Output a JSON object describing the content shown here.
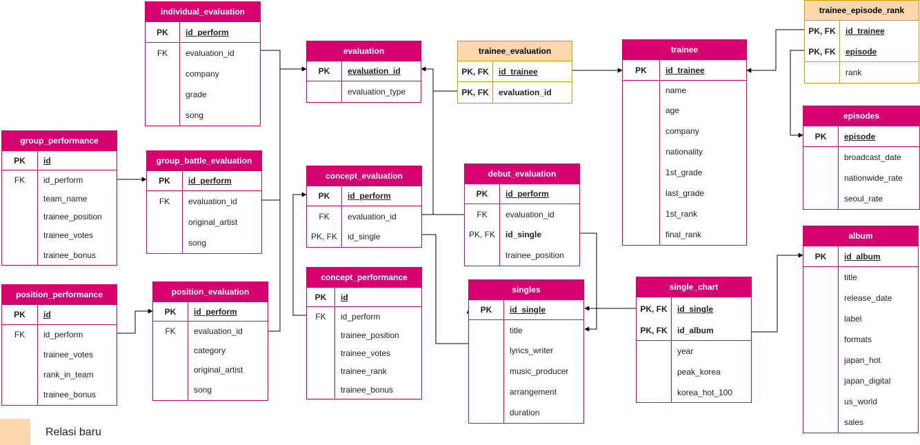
{
  "colors": {
    "entity": "#d6006e",
    "new_relation": "#fad7ac",
    "new_relation_border": "#d79b00",
    "line": "#000000"
  },
  "legend": {
    "label": "Relasi baru"
  },
  "tables": [
    {
      "id": "individual_evaluation",
      "title": "individual_evaluation",
      "new": false,
      "rows": [
        {
          "key": "PK",
          "name": "id_perform",
          "pk": true
        },
        {
          "key": "FK",
          "name": "evaluation_id"
        },
        {
          "key": "",
          "name": "company"
        },
        {
          "key": "",
          "name": "grade"
        },
        {
          "key": "",
          "name": "song"
        }
      ]
    },
    {
      "id": "evaluation",
      "title": "evaluation",
      "new": false,
      "rows": [
        {
          "key": "PK",
          "name": "evaluation_id",
          "pk": true
        },
        {
          "key": "",
          "name": "evaluation_type"
        }
      ]
    },
    {
      "id": "trainee_evaluation",
      "title": "trainee_evaluation",
      "new": true,
      "rows": [
        {
          "key": "PK, FK",
          "name": "id_trainee",
          "pk": true
        },
        {
          "key": "PK, FK",
          "name": "evaluation_id",
          "bold": true
        }
      ]
    },
    {
      "id": "trainee",
      "title": "trainee",
      "new": false,
      "rows": [
        {
          "key": "PK",
          "name": "id_trainee",
          "pk": true
        },
        {
          "key": "",
          "name": "name"
        },
        {
          "key": "",
          "name": "age"
        },
        {
          "key": "",
          "name": "company"
        },
        {
          "key": "",
          "name": "nationality"
        },
        {
          "key": "",
          "name": "1st_grade"
        },
        {
          "key": "",
          "name": "last_grade"
        },
        {
          "key": "",
          "name": "1st_rank"
        },
        {
          "key": "",
          "name": "final_rank"
        }
      ]
    },
    {
      "id": "trainee_episode_rank",
      "title": "trainee_episode_rank",
      "new": true,
      "rows": [
        {
          "key": "PK, FK",
          "name": "id_trainee",
          "pk": true
        },
        {
          "key": "PK, FK",
          "name": "episode",
          "pk": true
        },
        {
          "key": "",
          "name": "rank"
        }
      ]
    },
    {
      "id": "episodes",
      "title": "episodes",
      "new": false,
      "rows": [
        {
          "key": "PK",
          "name": "episode",
          "pk": true
        },
        {
          "key": "",
          "name": "broadcast_date"
        },
        {
          "key": "",
          "name": "nationwide_rate"
        },
        {
          "key": "",
          "name": "seoul_rate"
        }
      ]
    },
    {
      "id": "group_performance",
      "title": "group_performance",
      "new": false,
      "rows": [
        {
          "key": "PK",
          "name": "id",
          "pk": true
        },
        {
          "key": "FK",
          "name": "id_perform"
        },
        {
          "key": "",
          "name": "team_name"
        },
        {
          "key": "",
          "name": "trainee_position"
        },
        {
          "key": "",
          "name": "trainee_votes"
        },
        {
          "key": "",
          "name": "trainee_bonus"
        }
      ]
    },
    {
      "id": "group_battle_evaluation",
      "title": "group_battle_evaluation",
      "new": false,
      "rows": [
        {
          "key": "PK",
          "name": "id_perform",
          "pk": true
        },
        {
          "key": "FK",
          "name": "evaluation_id"
        },
        {
          "key": "",
          "name": "original_artist"
        },
        {
          "key": "",
          "name": "song"
        }
      ]
    },
    {
      "id": "concept_evaluation",
      "title": "concept_evaluation",
      "new": false,
      "rows": [
        {
          "key": "PK",
          "name": "id_perform",
          "pk": true
        },
        {
          "key": "FK",
          "name": "evaluation_id"
        },
        {
          "key": "PK, FK",
          "name": "id_single"
        }
      ]
    },
    {
      "id": "debut_evaluation",
      "title": "debut_evaluation",
      "new": false,
      "rows": [
        {
          "key": "PK",
          "name": "id_perform",
          "pk": true
        },
        {
          "key": "FK",
          "name": "evaluation_id"
        },
        {
          "key": "PK, FK",
          "name": "id_single",
          "bold": true
        },
        {
          "key": "",
          "name": "trainee_position"
        }
      ]
    },
    {
      "id": "position_performance",
      "title": "position_performance",
      "new": false,
      "rows": [
        {
          "key": "PK",
          "name": "id",
          "pk": true
        },
        {
          "key": "FK",
          "name": "id_perform"
        },
        {
          "key": "",
          "name": "trainee_votes"
        },
        {
          "key": "",
          "name": "rank_in_team"
        },
        {
          "key": "",
          "name": "trainee_bonus"
        }
      ]
    },
    {
      "id": "position_evaluation",
      "title": "position_evaluation",
      "new": false,
      "rows": [
        {
          "key": "PK",
          "name": "id_perform",
          "pk": true
        },
        {
          "key": "FK",
          "name": "evaluation_id"
        },
        {
          "key": "",
          "name": "category"
        },
        {
          "key": "",
          "name": "original_artist"
        },
        {
          "key": "",
          "name": "song"
        }
      ]
    },
    {
      "id": "concept_performance",
      "title": "concept_performance",
      "new": false,
      "rows": [
        {
          "key": "PK",
          "name": "id",
          "pk": true
        },
        {
          "key": "FK",
          "name": "id_perform"
        },
        {
          "key": "",
          "name": "trainee_position"
        },
        {
          "key": "",
          "name": "trainee_votes"
        },
        {
          "key": "",
          "name": "trainee_rank"
        },
        {
          "key": "",
          "name": "trainee_bonus"
        }
      ]
    },
    {
      "id": "singles",
      "title": "singles",
      "new": false,
      "rows": [
        {
          "key": "PK",
          "name": "id_single",
          "pk": true
        },
        {
          "key": "",
          "name": "title"
        },
        {
          "key": "",
          "name": "lyrics_writer"
        },
        {
          "key": "",
          "name": "music_producer"
        },
        {
          "key": "",
          "name": "arrangement"
        },
        {
          "key": "",
          "name": "duration"
        }
      ]
    },
    {
      "id": "single_chart",
      "title": "single_chart",
      "new": false,
      "rows": [
        {
          "key": "PK, FK",
          "name": "id_single",
          "pk": true
        },
        {
          "key": "PK, FK",
          "name": "id_album",
          "pk": true,
          "underline": false,
          "bold": true
        },
        {
          "key": "",
          "name": "year"
        },
        {
          "key": "",
          "name": "peak_korea"
        },
        {
          "key": "",
          "name": "korea_hot_100"
        }
      ]
    },
    {
      "id": "album",
      "title": "album",
      "new": false,
      "rows": [
        {
          "key": "PK",
          "name": "id_album",
          "pk": true
        },
        {
          "key": "",
          "name": "title"
        },
        {
          "key": "",
          "name": "release_date"
        },
        {
          "key": "",
          "name": "label"
        },
        {
          "key": "",
          "name": "formats"
        },
        {
          "key": "",
          "name": "japan_hot"
        },
        {
          "key": "",
          "name": "japan_digital"
        },
        {
          "key": "",
          "name": "us_world"
        },
        {
          "key": "",
          "name": "sales"
        }
      ]
    }
  ]
}
